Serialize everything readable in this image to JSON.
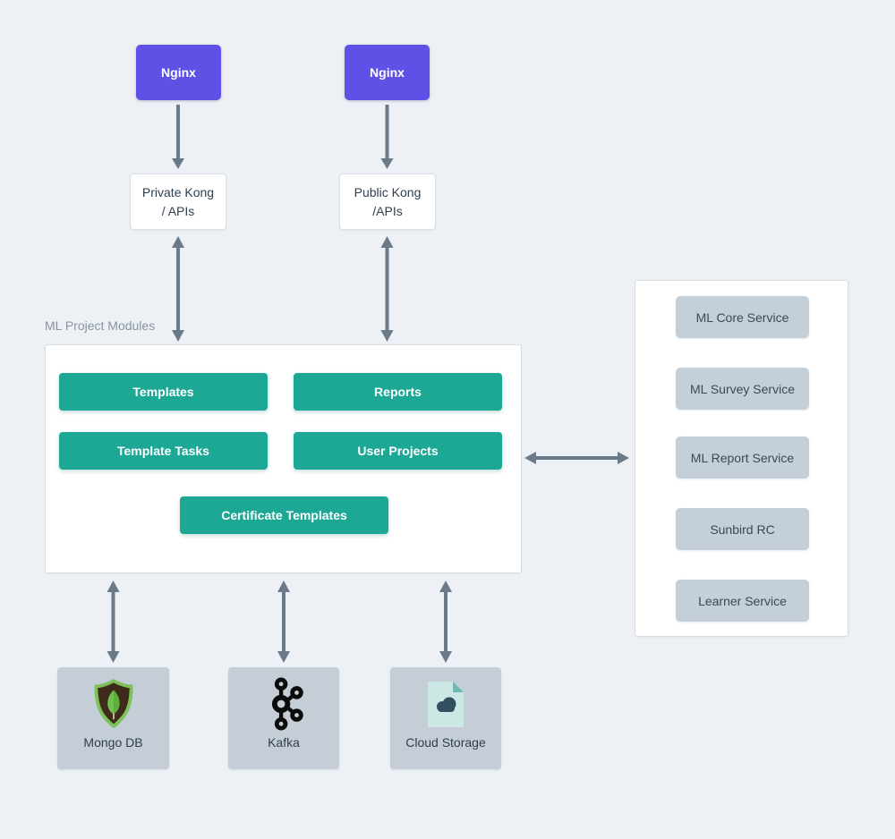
{
  "diagram": {
    "nginx_left": "Nginx",
    "nginx_right": "Nginx",
    "kong_private": {
      "line1": "Private Kong",
      "line2": "/ APIs"
    },
    "kong_public": {
      "line1": "Public Kong",
      "line2": "/APIs"
    },
    "ml_modules_label": "ML Project Modules",
    "module_buttons": [
      "Templates",
      "Reports",
      "Template Tasks",
      "User Projects",
      "Certificate Templates"
    ],
    "service_buttons": [
      "ML Core Service",
      "ML Survey Service",
      "ML Report Service",
      "Sunbird RC",
      "Learner Service"
    ],
    "datastores": [
      {
        "label": "Mongo DB",
        "icon": "mongodb-shield-icon"
      },
      {
        "label": "Kafka",
        "icon": "kafka-logo-icon"
      },
      {
        "label": "Cloud Storage",
        "icon": "document-cloud-icon"
      }
    ],
    "colors": {
      "background": "#EDF1F5",
      "nginx_node": "#5F50E6",
      "module_button": "#1CA894",
      "service_button": "#C5CFD9",
      "datastore_box": "#C5CED7",
      "arrow": "#6B7A88",
      "text_dark": "#2F3E4C",
      "label_gray": "#8793A0"
    }
  }
}
